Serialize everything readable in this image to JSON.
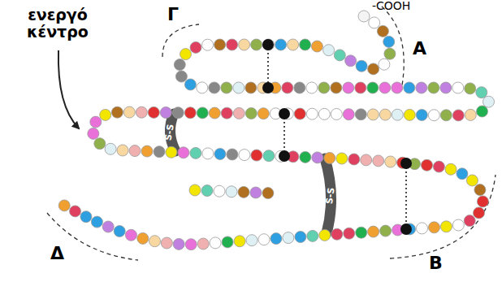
{
  "diagram": {
    "labels": [
      "ενεργό κέντρο",
      "-COOH",
      "Γ",
      "Α",
      "S-S",
      "S-S",
      "Β",
      "Δ"
    ]
  }
}
